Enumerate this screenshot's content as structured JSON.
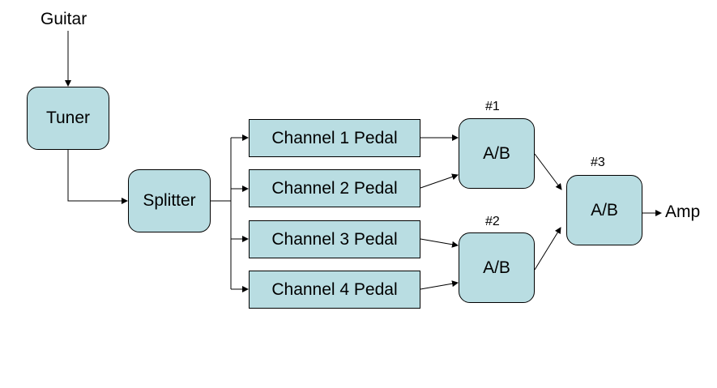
{
  "labels": {
    "guitar": "Guitar",
    "amp": "Amp",
    "ab1_number": "#1",
    "ab2_number": "#2",
    "ab3_number": "#3"
  },
  "nodes": {
    "tuner": "Tuner",
    "splitter": "Splitter",
    "channel_1": "Channel 1 Pedal",
    "channel_2": "Channel 2 Pedal",
    "channel_3": "Channel 3 Pedal",
    "channel_4": "Channel 4 Pedal",
    "ab1": "A/B",
    "ab2": "A/B",
    "ab3": "A/B"
  },
  "colors": {
    "node_fill": "#b9dde2",
    "stroke": "#000000"
  }
}
